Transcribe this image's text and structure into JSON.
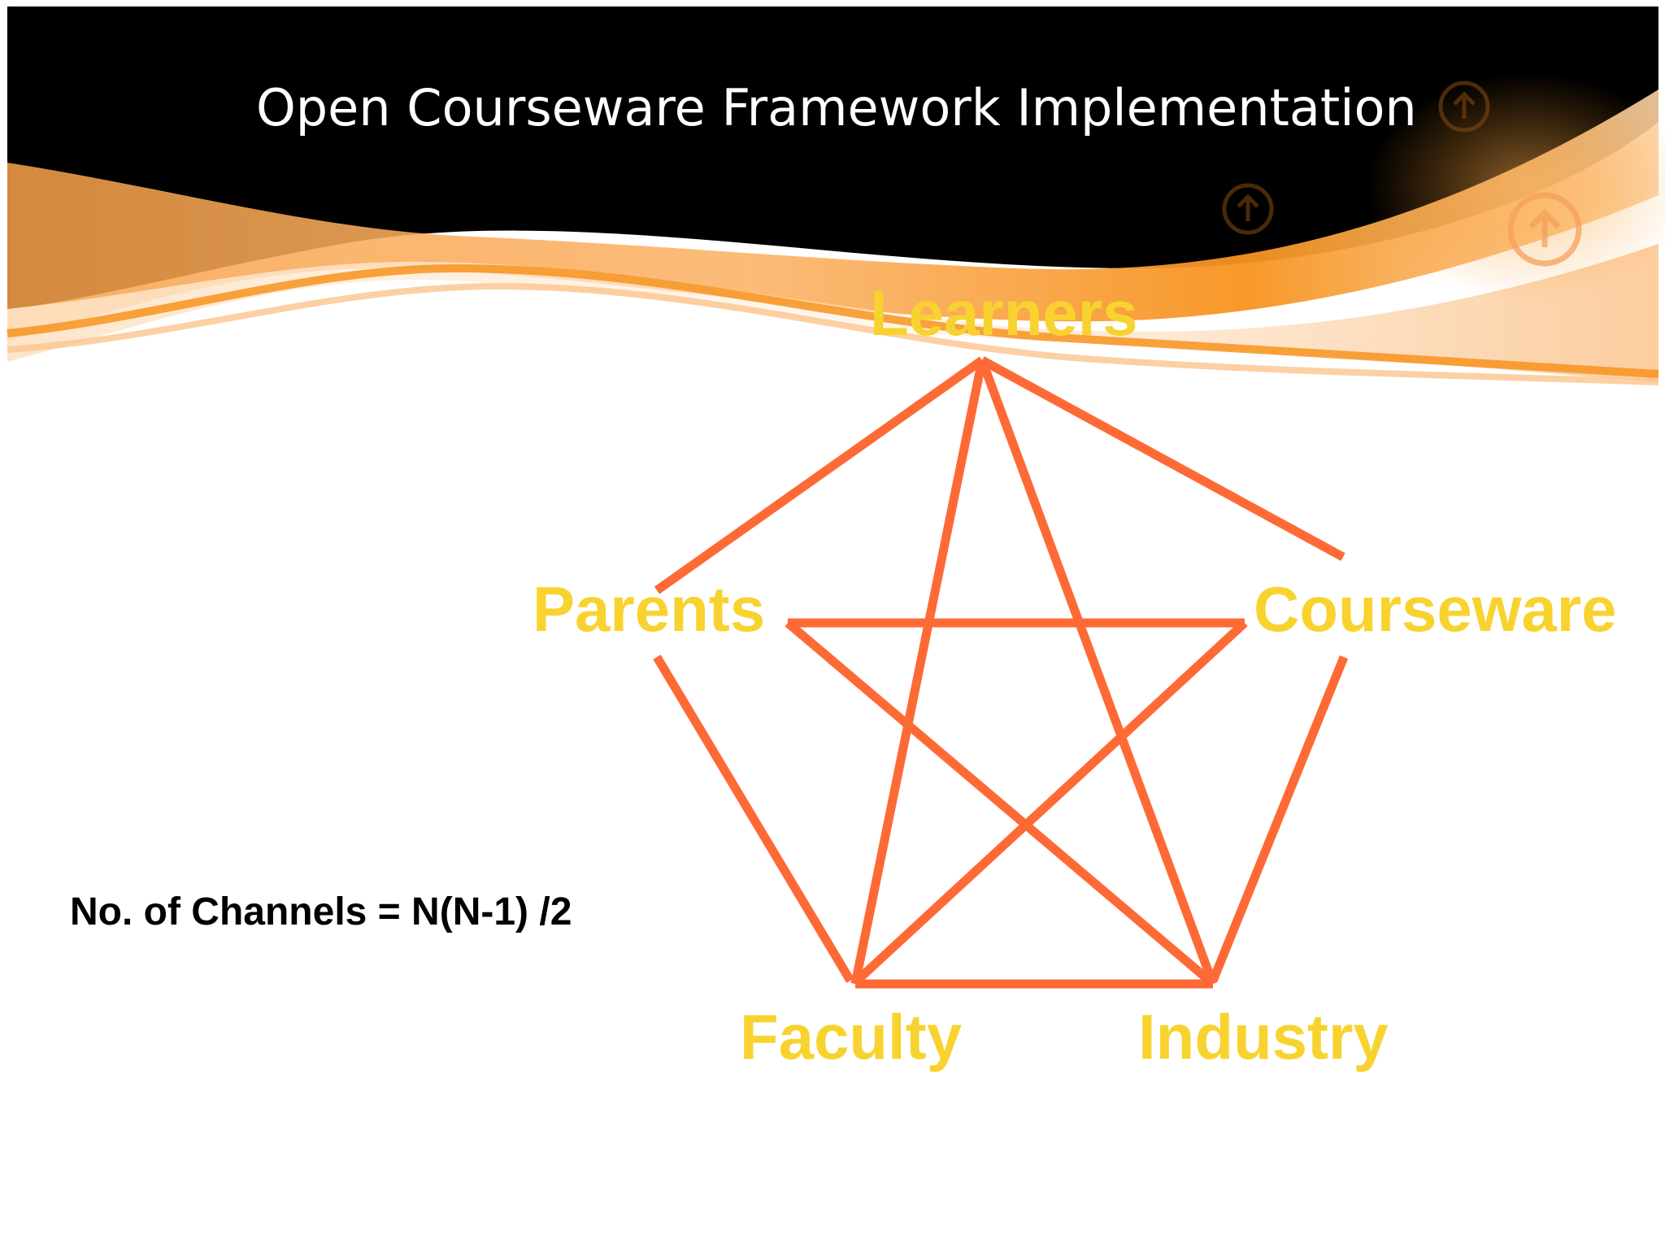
{
  "slide": {
    "title": "Open Courseware Framework Implementation",
    "formula": "No. of Channels = N(N-1) /2"
  },
  "diagram": {
    "nodes": [
      {
        "id": "learners",
        "label": "Learners"
      },
      {
        "id": "parents",
        "label": "Parents"
      },
      {
        "id": "courseware",
        "label": "Courseware"
      },
      {
        "id": "faculty",
        "label": "Faculty"
      },
      {
        "id": "industry",
        "label": "Industry"
      }
    ],
    "edges": [
      [
        "learners",
        "parents"
      ],
      [
        "learners",
        "courseware"
      ],
      [
        "learners",
        "faculty"
      ],
      [
        "learners",
        "industry"
      ],
      [
        "parents",
        "courseware"
      ],
      [
        "parents",
        "faculty"
      ],
      [
        "parents",
        "industry"
      ],
      [
        "courseware",
        "faculty"
      ],
      [
        "courseware",
        "industry"
      ],
      [
        "faculty",
        "industry"
      ]
    ]
  },
  "colors": {
    "title_text": "#ffffff",
    "node_label": "#f8d32f",
    "edge": "#fe6a35",
    "formula_text": "#000000",
    "banner_dark": "#000000",
    "banner_orange": "#f7931e"
  },
  "icons": [
    "arrow-up-circle-icon",
    "arrow-up-circle-icon",
    "arrow-up-circle-icon"
  ]
}
